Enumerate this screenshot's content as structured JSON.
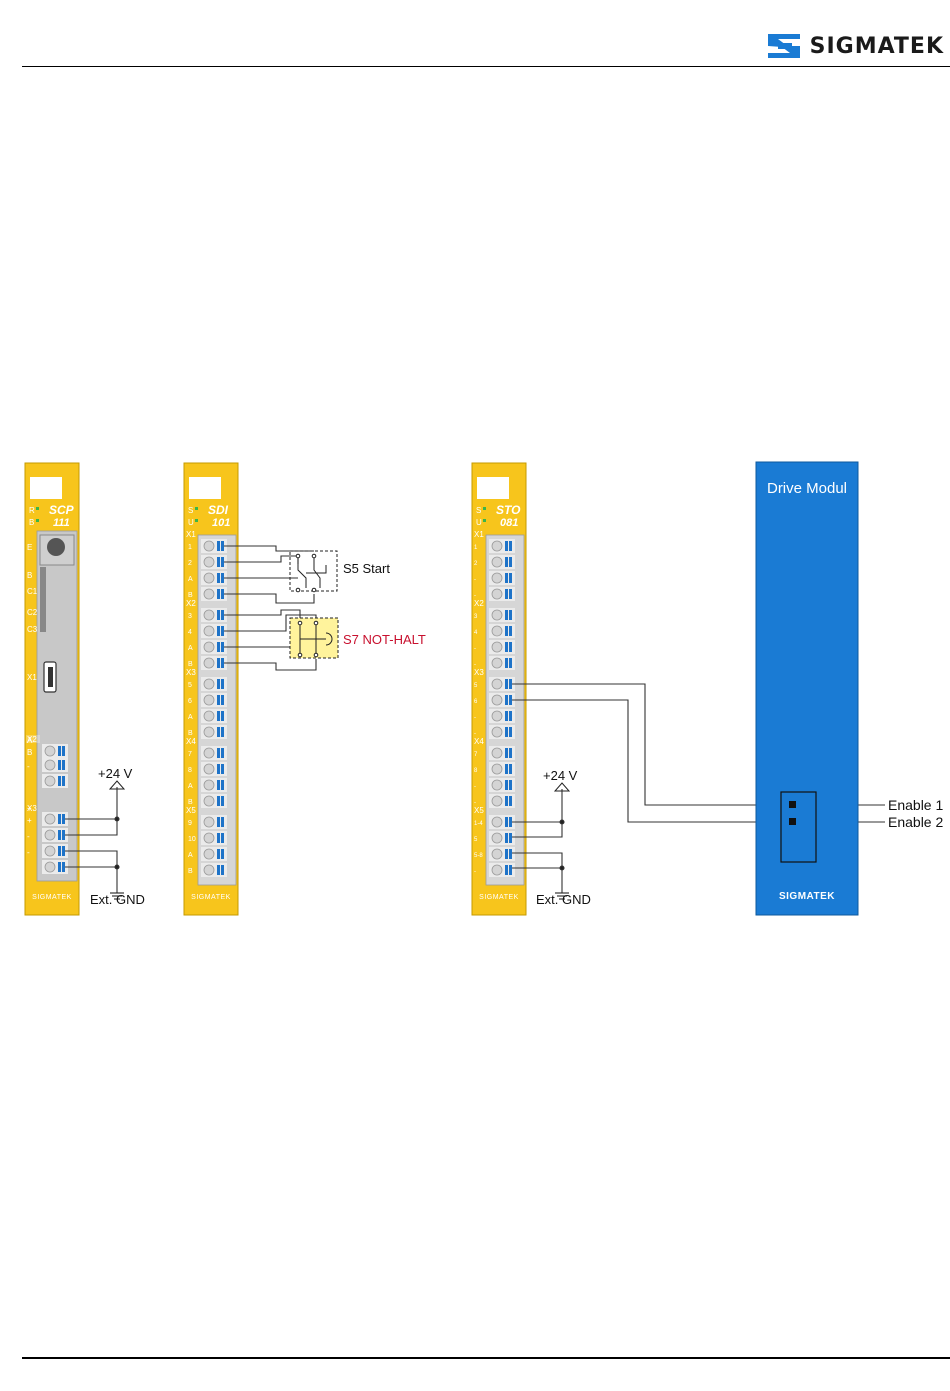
{
  "brand": {
    "name": "SIGMATEK",
    "color_blue": "#1a7bd4"
  },
  "modules": {
    "scp": {
      "line1": "SCP",
      "line2": "111",
      "leds": [
        "R",
        "B"
      ],
      "left_labels": [
        "E",
        "B",
        "C1",
        "C2",
        "C3",
        "X1",
        "X2",
        "A",
        "B",
        "-",
        "X3",
        "+",
        "+",
        "-",
        "-"
      ],
      "footer": "SIGMATEK"
    },
    "sdi": {
      "line1": "SDI",
      "line2": "101",
      "leds": [
        "S",
        "U"
      ],
      "groups": [
        "X1",
        "X2",
        "X3",
        "X4",
        "X5"
      ],
      "pins": [
        "1",
        "2",
        "A",
        "B",
        "3",
        "4",
        "A",
        "B",
        "5",
        "6",
        "A",
        "B",
        "7",
        "8",
        "A",
        "B",
        "9",
        "10",
        "A",
        "B"
      ],
      "footer": "SIGMATEK"
    },
    "sto": {
      "line1": "STO",
      "line2": "081",
      "leds": [
        "S",
        "U"
      ],
      "groups": [
        "X1",
        "X2",
        "X3",
        "X4",
        "X5"
      ],
      "pins": [
        "1",
        "2",
        "-",
        "-",
        "3",
        "4",
        "-",
        "-",
        "5",
        "6",
        "-",
        "-",
        "7",
        "8",
        "-",
        "-",
        "1-4",
        "5",
        "5-8",
        "-"
      ],
      "footer": "SIGMATEK"
    }
  },
  "drive": {
    "title": "Drive Modul",
    "footer": "SIGMATEK"
  },
  "labels": {
    "v24_1": "+24 V",
    "gnd_1": "Ext. GND",
    "v24_2": "+24 V",
    "gnd_2": "Ext. GND",
    "s5": "S5 Start",
    "s7": "S7 NOT-HALT",
    "enable1": "Enable 1",
    "enable2": "Enable 2"
  },
  "colors": {
    "module_yellow": "#f7c51c",
    "module_yellow_dark": "#c69a00",
    "terminal_grey": "#d4d4d4",
    "terminal_blue": "#1e73c8",
    "drive_blue": "#1a7bd4",
    "emergency_box": "#fff39c",
    "emergency_text": "#c8102e"
  }
}
